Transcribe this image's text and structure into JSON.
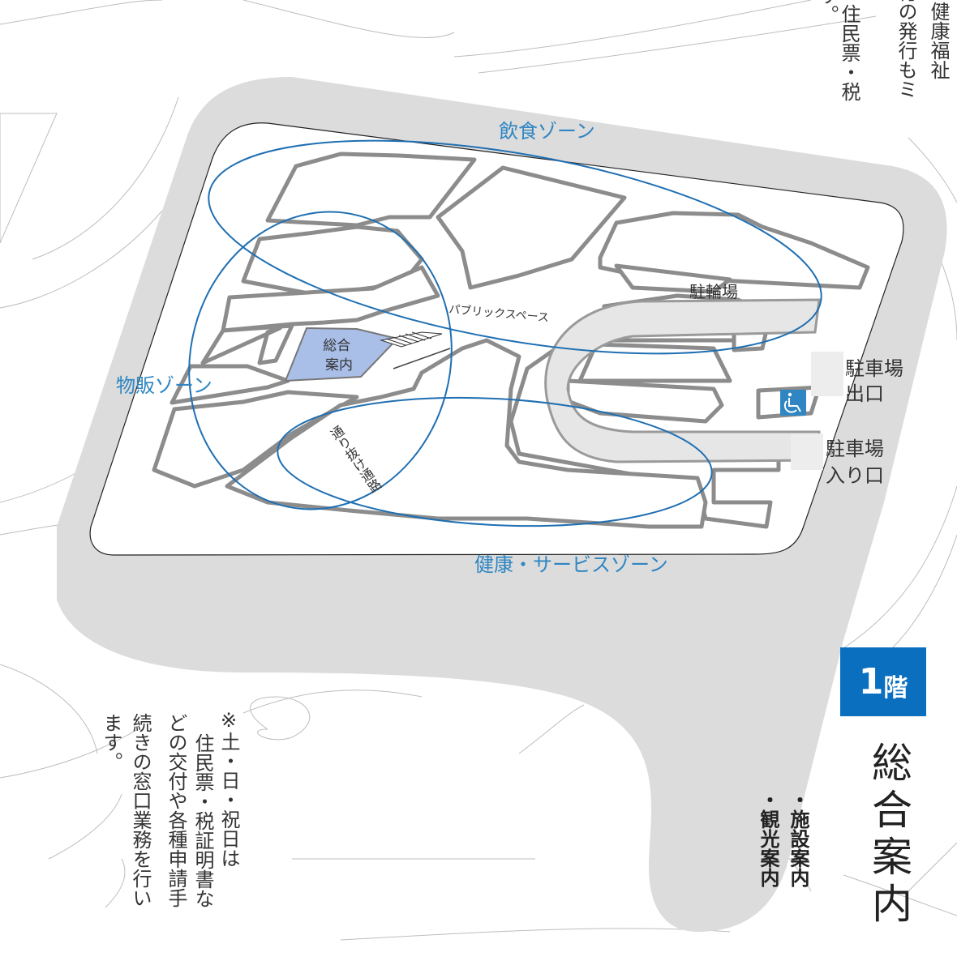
{
  "colors": {
    "zone_outline": "#1f6fb2",
    "info_fill": "#a9bfe8",
    "badge": "#0a6fbf",
    "site": "#dcdcdc"
  },
  "zones": {
    "food": "飲食ゾーン",
    "retail": "物販ゾーン",
    "health": "健康・サービスゾーン"
  },
  "labels": {
    "info_center": "総合\n案内",
    "public_space": "パブリックスペース",
    "bicycle_parking": "駐輪場",
    "parking_exit_1": "駐車場",
    "parking_exit_2": "出口",
    "parking_entrance_1": "駐車場",
    "parking_entrance_2": "入り口",
    "passage": "通り抜け通路"
  },
  "icons": {
    "accessible": "wheelchair-icon"
  },
  "floor": {
    "number": "1",
    "unit": "階"
  },
  "section_title": "総合案内",
  "services": [
    "・施設案内",
    "・観光案内"
  ],
  "note": {
    "line1": "※土・日・祝日は",
    "line2": "住民票・税証明書な",
    "line3": "どの交付や各種申請手",
    "line4": "続きの窓口業務を行い",
    "line5": "ます。"
  },
  "top_cut_text": {
    "col1": "す。",
    "col2": "住民票・税",
    "col3": "付の発行もミ",
    "col4": "の健康福祉"
  }
}
